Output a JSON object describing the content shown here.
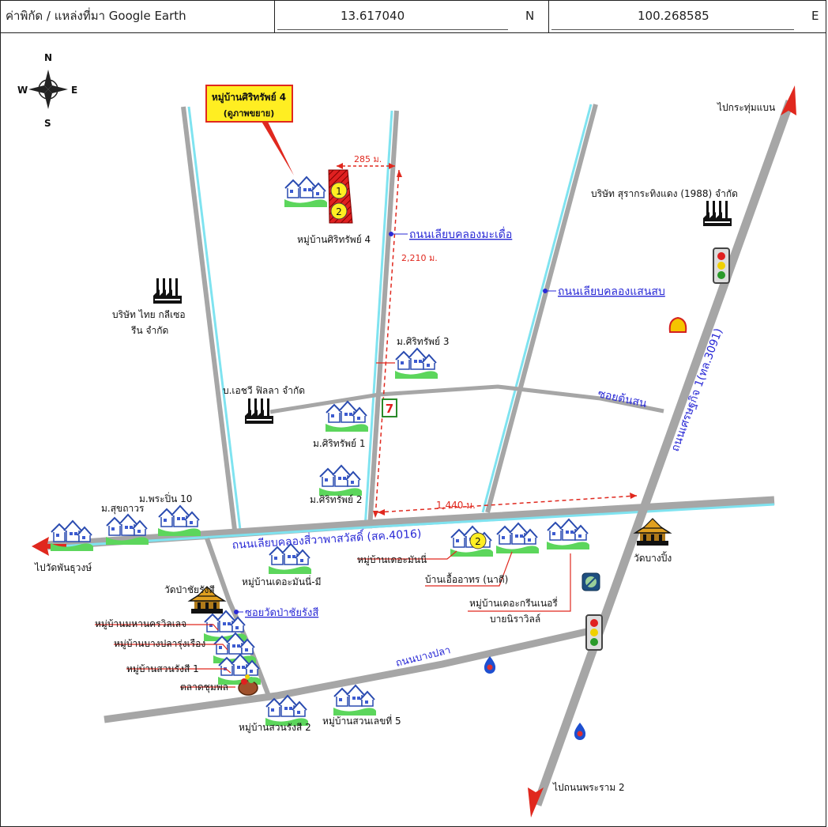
{
  "header": {
    "label": "ค่าพิกัด / แหล่งที่มา Google Earth",
    "lat": "13.617040",
    "lat_dir": "N",
    "lon": "100.268585",
    "lon_dir": "E"
  },
  "compass": {
    "n": "N",
    "s": "S",
    "e": "E",
    "w": "W"
  },
  "callout": {
    "line1": "หมู่บ้านศิริทรัพย์ 4",
    "line2": "(ดูภาพขยาย)"
  },
  "plot_numbers": [
    "1",
    "2",
    "2"
  ],
  "distances": {
    "d1": "285 ม.",
    "d2": "2,210 ม.",
    "d3": "1,440 ม."
  },
  "roads": {
    "khlong_makhuea": "ถนนเลียบคลองมะเดื่อ",
    "khlong_saensap": "ถนนเลียบคลองแสนสบ",
    "setthakit": "ถนนเศรษฐกิจ 1(ทล.3091)",
    "soi_tonson": "ซอยต้นสน",
    "khlong_sawat": "ถนนเลียบคลองสี่วาพาสวัสดิ์ (สค.4016)",
    "soi_wat": "ซอยวัดป่าชัยรังสี",
    "bang_pla": "ถนนบางปลา"
  },
  "directions": {
    "krathum": "ไปกระทุ่มแบน",
    "phan": "ไปวัดพันธุวงษ์",
    "rama2": "ไปถนนพระราม 2"
  },
  "places": {
    "sirisap4_main": "หมู่บ้านศิริทรัพย์ 4",
    "thai_glycerin_1": "บริษัท ไทย กลีเซอ",
    "thai_glycerin_2": "รีน จำกัด",
    "surakrathing": "บริษัท สุรากระทิงแดง (1988) จำกัด",
    "sirisap3": "ม.ศิริทรัพย์ 3",
    "hrv_villa": "บ.เอชวี ฟิลลา จำกัด",
    "sirisap1": "ม.ศิริทรัพย์ 1",
    "sirisap2": "ม.ศิริทรัพย์ 2",
    "phrapin10": "ม.พระปิ่น 10",
    "suksathawon": "ม.สุขถาวร",
    "the_money": "หมู่บ้านเดอะมันนี่",
    "the_money_mi": "หมู่บ้านเดอะมันนี่-มี",
    "ua_athon": "บ้านเอื้ออาทร (นาดี)",
    "the_green_1": "หมู่บ้านเดอะกรีนเนอรี่",
    "the_green_2": "บายนิราวิลล์",
    "wat_bangping": "วัดบางปิ้ง",
    "wat_pachai": "วัดป่าชัยรังสี",
    "mahanakhon": "หมู่บ้านมหานครวิลเลจ",
    "bangpla_rung": "หมู่บ้านบางปลารุ่งเรือง",
    "suanrangsi1": "หมู่บ้านสวนรังสี 1",
    "talat_chumphon": "ตลาดชุมพล",
    "suanrangsi2": "หมู่บ้านสวนรังสี 2",
    "suanlek5": "หมู่บ้านสวนเลขที่ 5"
  },
  "icons": {
    "seven_eleven": "7",
    "colors": {
      "road": "#a6a6a6",
      "canal": "#7fe3f0",
      "dim": "#e0281e",
      "arrow": "#e0281e",
      "blue_label": "#2a2ad6",
      "callout_fill": "#ffee22"
    }
  }
}
